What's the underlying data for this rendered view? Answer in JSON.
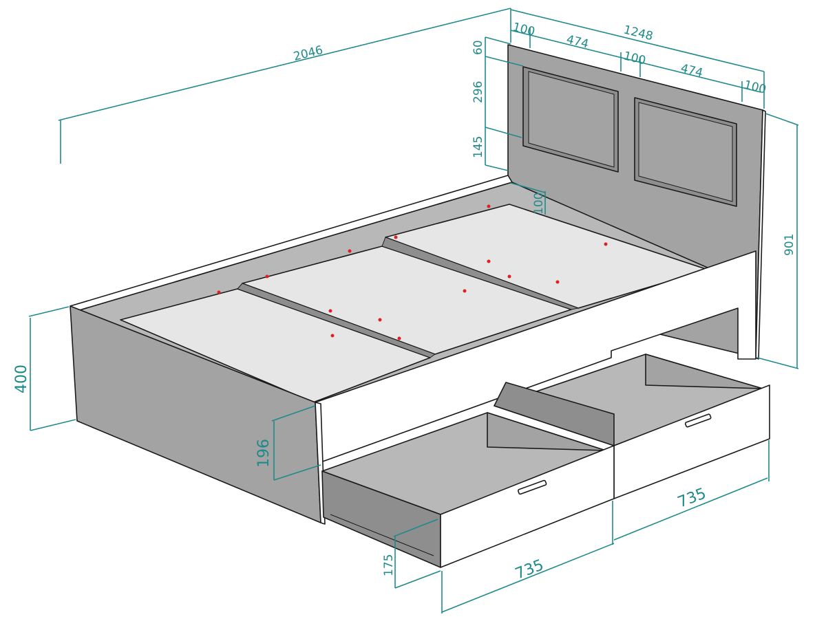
{
  "colors": {
    "dimension": "#1f8a8a",
    "panel_grey": "#a3a3a3",
    "slat": "#e6e6e6",
    "front": "#ffffff",
    "outline": "#1a1a1a",
    "screw_marks": "#e02020"
  },
  "dimensions": {
    "length": "2046",
    "width": "1248",
    "headboard_margin_left": "100",
    "headboard_panel_1": "474",
    "headboard_gap": "100",
    "headboard_panel_2": "474",
    "headboard_margin_right": "100",
    "headboard_top_margin": "60",
    "headboard_panel_height": "296",
    "headboard_lower": "145",
    "headboard_height": "901",
    "side_rail_inset": "100",
    "bed_height": "400",
    "side_rail_height": "196",
    "drawer_height": "175",
    "drawer_1_length": "735",
    "drawer_2_length": "735"
  }
}
